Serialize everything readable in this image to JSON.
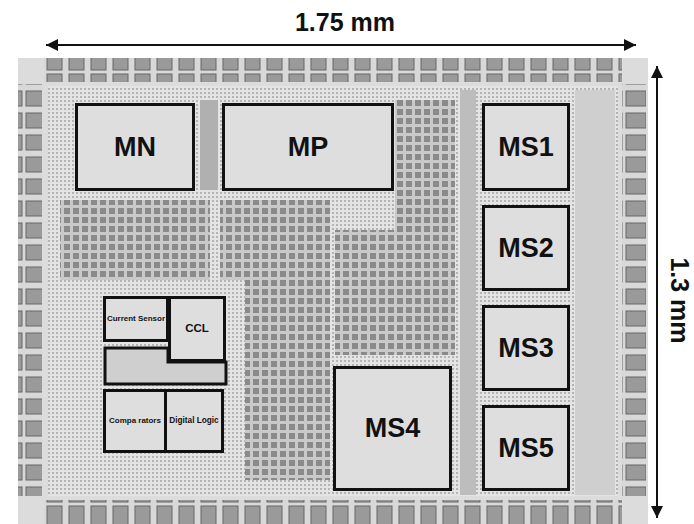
{
  "diagram": {
    "nodes": [
      {
        "text": [
          "MN"
        ]
      },
      {
        "text": [
          "MP"
        ]
      },
      {
        "text": [
          "MS1"
        ]
      },
      {
        "text": [
          "MS2"
        ]
      },
      {
        "text": [
          "MS3"
        ]
      },
      {
        "text": [
          "Current Sensor"
        ]
      },
      {
        "text": [
          "CCL"
        ]
      },
      {
        "text": [
          "Compa rators"
        ]
      },
      {
        "text": [
          "Digital Logic"
        ]
      },
      {
        "text": [
          "MS4"
        ]
      },
      {
        "text": [
          "MS5"
        ]
      }
    ],
    "labels": [
      "1.75 mm",
      "1.3 mm"
    ]
  }
}
